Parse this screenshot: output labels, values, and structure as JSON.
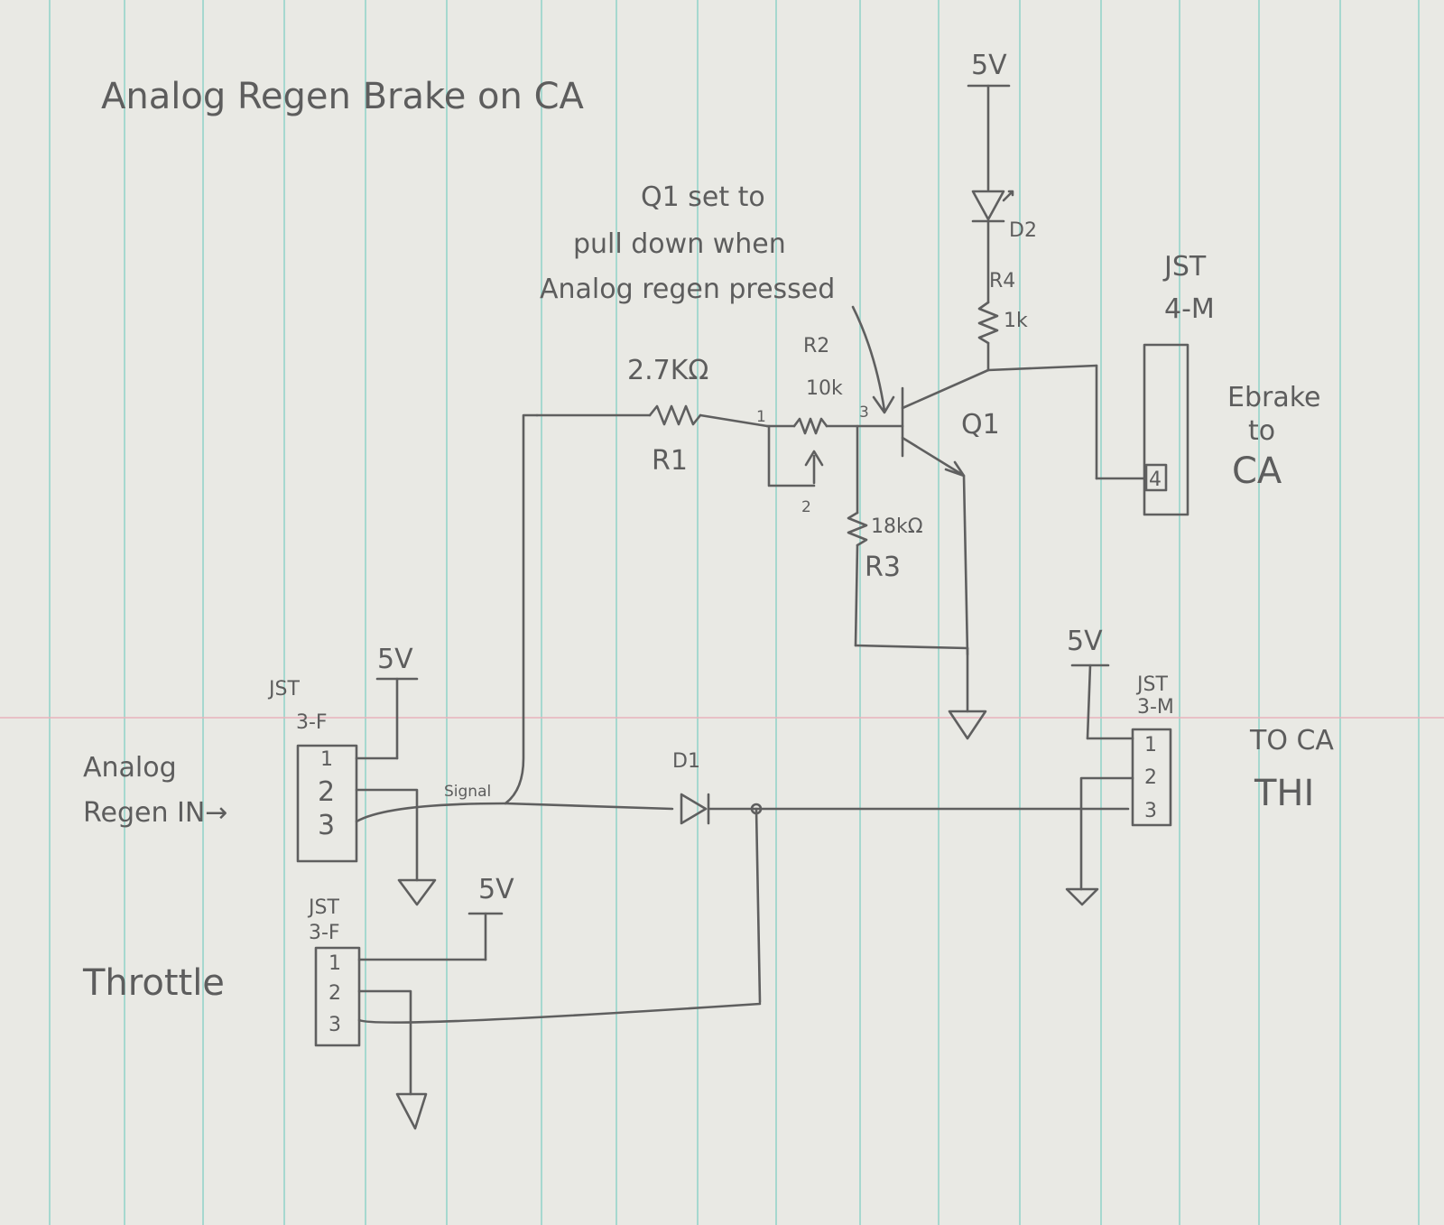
{
  "title": "Analog Regen Brake on CA",
  "note": [
    "Q1 set to",
    "pull down when",
    "Analog regen pressed"
  ],
  "supply_top": "5V",
  "components": {
    "d2": "D2",
    "r4_name": "R4",
    "r4_value": "1k",
    "q1": "Q1",
    "r1_value": "2.7KΩ",
    "r1_name": "R1",
    "r2_name": "R2",
    "r2_value": "10k",
    "r2_pin1": "1",
    "r2_pin2": "2",
    "r2_pin3": "3",
    "r3_value": "18kΩ",
    "r3_name": "R3",
    "d1": "D1"
  },
  "jst_4m": {
    "title": "JST",
    "type": "4-M",
    "pin": "4",
    "label": [
      "Ebrake",
      "to",
      "CA"
    ]
  },
  "jst_regen": {
    "title": "JST",
    "type": "3-F",
    "supply": "5V",
    "pins": [
      "1",
      "2",
      "3"
    ],
    "label": [
      "Analog",
      "Regen IN→"
    ],
    "signal": "Signal"
  },
  "jst_throttle": {
    "title": "JST",
    "type": "3-F",
    "supply": "5V",
    "pins": [
      "1",
      "2",
      "3"
    ],
    "label": "Throttle"
  },
  "jst_out": {
    "title": "JST",
    "type": "3-M",
    "supply": "5V",
    "pins": [
      "1",
      "2",
      "3"
    ],
    "label": [
      "TO CA",
      "THI"
    ]
  }
}
